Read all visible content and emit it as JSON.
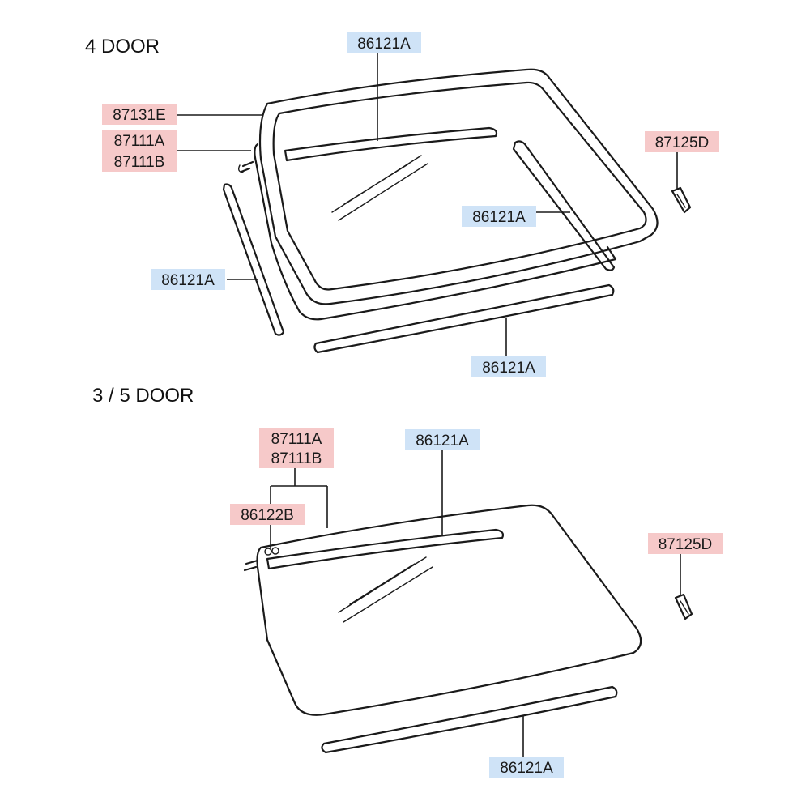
{
  "colors": {
    "blue_label_bg": "#cfe3f7",
    "red_label_bg": "#f6c9c9",
    "line": "#1a1a1a"
  },
  "sections": {
    "four_door": {
      "title": "4 DOOR",
      "labels": {
        "weatherstrip_top": "86121A",
        "glass_part": "87131E",
        "glass_a": "87111A",
        "glass_b": "87111B",
        "clip": "87125D",
        "weatherstrip_right": "86121A",
        "weatherstrip_left": "86121A",
        "weatherstrip_bottom": "86121A"
      }
    },
    "three_five_door": {
      "title": "3 / 5 DOOR",
      "labels": {
        "glass_a": "87111A",
        "glass_b": "87111B",
        "weatherstrip_top": "86121A",
        "fastener": "86122B",
        "clip": "87125D",
        "weatherstrip_bottom": "86121A"
      }
    }
  }
}
